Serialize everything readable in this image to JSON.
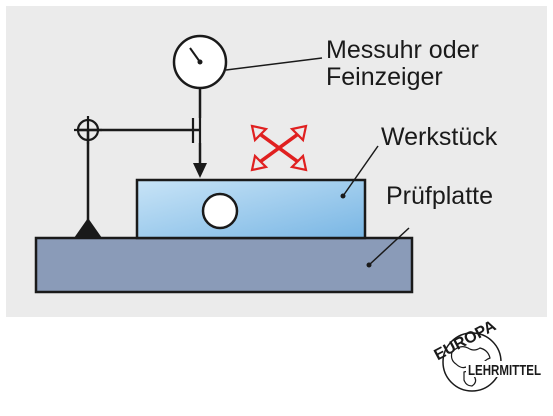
{
  "labels": {
    "gauge_line1": "Messuhr oder",
    "gauge_line2": "Feinzeiger",
    "workpiece": "Werkstück",
    "surface_plate": "Prüfplatte"
  },
  "logo": {
    "text_top": "EUROPA",
    "text_bottom": "LEHRMITTEL"
  },
  "colors": {
    "panel_background": "#ebebeb",
    "surface_plate_fill": "#8a9bb8",
    "workpiece_fill_light": "#c8e4f7",
    "workpiece_fill_dark": "#79b6e4",
    "move_arrows": "#e02020",
    "line": "#1a1a1a"
  },
  "icons": {
    "dial_gauge": "dial-gauge-icon",
    "movement_arrows": "cross-arrows-icon",
    "stand_base": "triangle-base-icon",
    "stand_clamp": "crosshair-clamp-icon"
  }
}
